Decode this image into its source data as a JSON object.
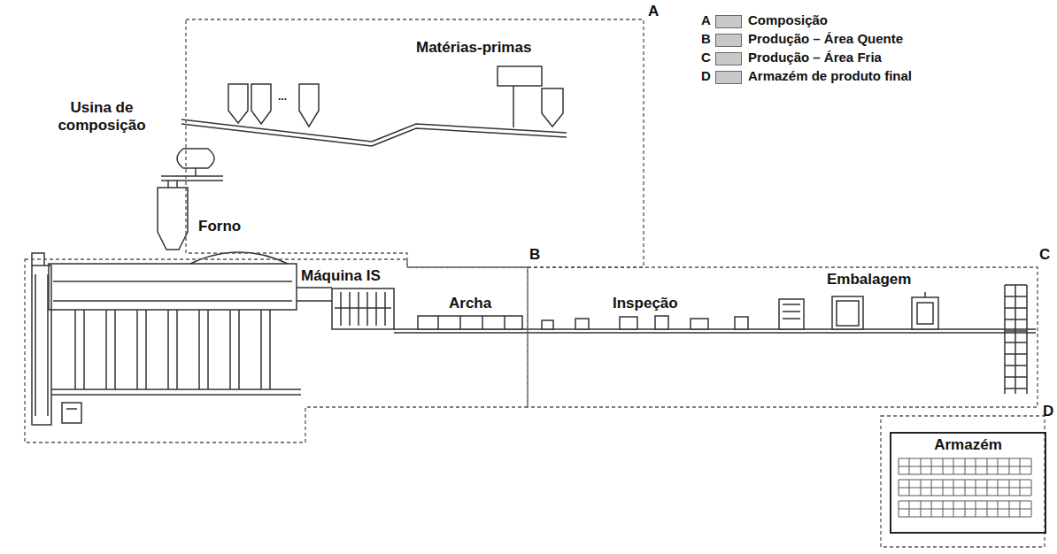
{
  "diagram": {
    "nodes": [
      {
        "text": [
          "A"
        ]
      },
      {
        "text": [
          "B"
        ]
      },
      {
        "text": [
          "C"
        ]
      },
      {
        "text": [
          "D"
        ]
      },
      {
        "text": [
          "Armazém"
        ],
        "in": 3
      }
    ],
    "labels": [
      "Matérias-primas",
      "Usina de composição",
      "...",
      "Forno",
      "Máquina IS",
      "Archa",
      "Inspeção",
      "Embalagem",
      "A",
      "B",
      "C",
      "D"
    ],
    "legend": [
      {
        "text": "Composição",
        "color": "#c8c8c8"
      },
      {
        "text": "Produção – Área Quente",
        "color": "#c8c8c8"
      },
      {
        "text": "Produção – Área Fria",
        "color": "#c8c8c8"
      },
      {
        "text": "Armazém de produto final",
        "color": "#c8c8c8"
      }
    ]
  }
}
